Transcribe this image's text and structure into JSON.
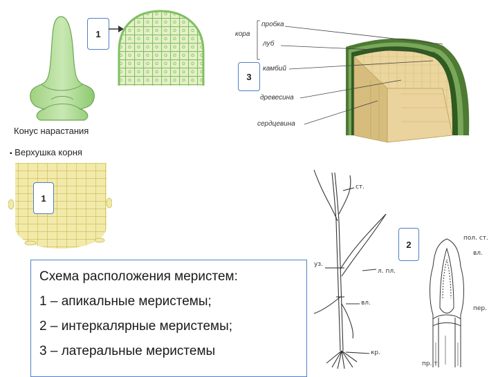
{
  "shoot_apex": {
    "caption": "Конус нарастания",
    "marker": "1"
  },
  "root_apex": {
    "caption": "Верхушка корня",
    "marker": "1"
  },
  "stem_section": {
    "marker": "3",
    "labels": {
      "cortex": "кора",
      "cork": "пробка",
      "bast": "луб",
      "cambium": "камбий",
      "wood": "древесина",
      "pith": "сердцевина"
    }
  },
  "grass_stem": {
    "marker": "2",
    "labels": {
      "stem": "ст.",
      "node": "уз.",
      "leaf_blade": "л. пл.",
      "sheath": "вл.",
      "roots": "кр."
    }
  },
  "node_section": {
    "labels": {
      "hollow_stem": "пол. ст.",
      "sheath": "вл.",
      "septum": "пер.",
      "tissue": "пр. т."
    }
  },
  "legend": {
    "title": "Схема расположения меристем:",
    "item_1": "1 – апикальные меристемы;",
    "item_2": "2 – интеркалярные меристемы;",
    "item_3": "3 – латеральные меристемы"
  },
  "colors": {
    "shoot_green": "#8cc96f",
    "cell_fill": "#e6f0c8",
    "root_yellow": "#f2eaaa",
    "wood": "#e9d49a",
    "cambium_green": "#5b8a3c",
    "frame_blue": "#4f7fbf"
  }
}
